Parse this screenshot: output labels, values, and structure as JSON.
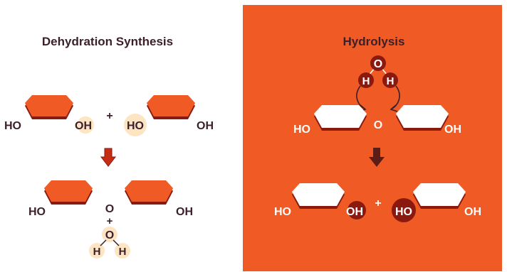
{
  "colors": {
    "orange": "#ef5a25",
    "dark_red": "#8a1a10",
    "dark_text": "#3b1f2b",
    "pale": "#fde4c3",
    "white": "#ffffff",
    "arrow_dark": "#5a1e16"
  },
  "left_panel": {
    "title": "Dehydration Synthesis",
    "reactants": {
      "m1_ho": "HO",
      "m1_oh": "OH",
      "plus": "+",
      "m2_ho": "HO",
      "m2_oh": "OH"
    },
    "products": {
      "m1_ho": "HO",
      "bridge_o": "O",
      "m2_oh": "OH",
      "plus": "+",
      "water_o": "O",
      "water_h_left": "H",
      "water_h_right": "H"
    }
  },
  "right_panel": {
    "title": "Hydrolysis",
    "reactants": {
      "water_o": "O",
      "water_h_left": "H",
      "water_h_right": "H",
      "m1_ho": "HO",
      "bridge_o": "O",
      "m2_oh": "OH"
    },
    "products": {
      "m1_ho": "HO",
      "m1_oh": "OH",
      "plus": "+",
      "m2_ho": "HO",
      "m2_oh": "OH"
    }
  }
}
